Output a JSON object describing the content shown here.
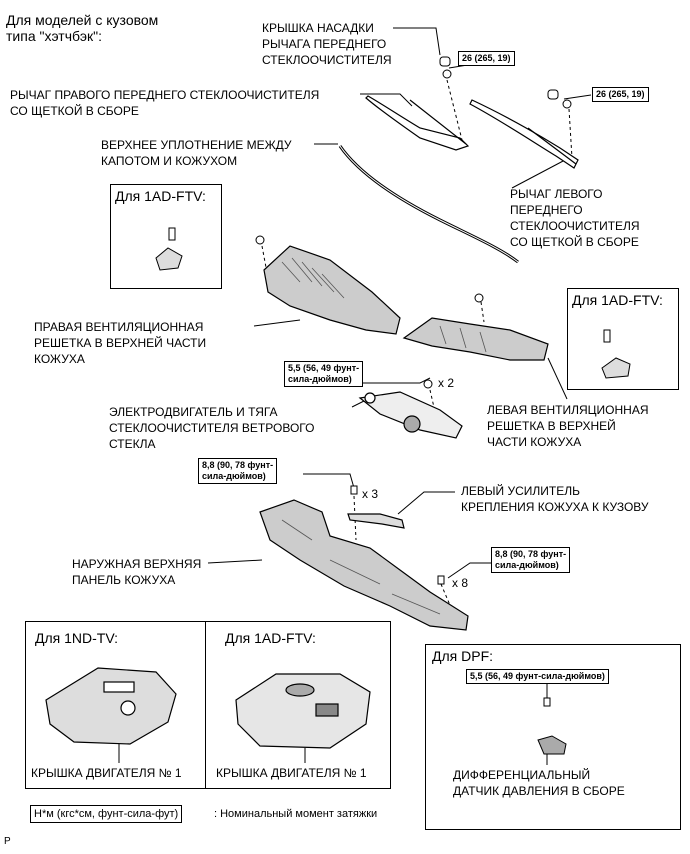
{
  "header": {
    "model_note": "Для моделей с кузовом\nтипа \"хэтчбэк\":"
  },
  "labels": {
    "wiper_cap": "КРЫШКА НАСАДКИ\nРЫЧАГА ПЕРЕДНЕГО\nСТЕКЛООЧИСТИТЕЛЯ",
    "right_wiper_arm": "РЫЧАГ ПРАВОГО ПЕРЕДНЕГО СТЕКЛООЧИСТИТЕЛЯ\nСО ЩЕТКОЙ В СБОРЕ",
    "top_seal": "ВЕРХНЕЕ УПЛОТНЕНИЕ МЕЖДУ\nКАПОТОМ И КОЖУХОМ",
    "left_wiper_arm": "РЫЧАГ ЛЕВОГО\nПЕРЕДНЕГО\nСТЕКЛООЧИСТИТЕЛЯ\nСО ЩЕТКОЙ В СБОРЕ",
    "right_vent_grille": "ПРАВАЯ ВЕНТИЛЯЦИОННАЯ\nРЕШЕТКА В ВЕРХНЕЙ ЧАСТИ\nКОЖУХА",
    "wiper_motor": "ЭЛЕКТРОДВИГАТЕЛЬ И ТЯГА\nСТЕКЛООЧИСТИТЕЛЯ ВЕТРОВОГО\nСТЕКЛА",
    "left_vent_grille": "ЛЕВАЯ ВЕНТИЛЯЦИОННАЯ\nРЕШЕТКА В ВЕРХНЕЙ\nЧАСТИ КОЖУХА",
    "left_reinforcement": "ЛЕВЫЙ УСИЛИТЕЛЬ\nКРЕПЛЕНИЯ КОЖУХА К КУЗОВУ",
    "outer_panel": "НАРУЖНАЯ ВЕРХНЯЯ\nПАНЕЛЬ КОЖУХА",
    "pressure_sensor": "ДИФФЕРЕНЦИАЛЬНЫЙ\nДАТЧИК ДАВЛЕНИЯ В СБОРЕ"
  },
  "torques": {
    "wiper_right": "26 (265, 19)",
    "wiper_left": "26 (265, 19)",
    "motor": "5,5 (56, 49 фунт-\nсила-дюймов)",
    "panel_left": "8,8 (90, 78 фунт-\nсила-дюймов)",
    "panel_right": "8,8 (90, 78 фунт-\nсила-дюймов)",
    "dpf": "5,5 (56, 49 фунт-сила-дюймов)"
  },
  "multipliers": {
    "motor": "x 2",
    "panel_left": "x 3",
    "panel_right": "x 8"
  },
  "insets": {
    "ad_ftv_left": "Для 1AD-FTV:",
    "ad_ftv_right": "Для 1AD-FTV:",
    "nd_tv_engine": "Для 1ND-TV:",
    "ad_ftv_engine": "Для 1AD-FTV:",
    "dpf": "Для DPF:"
  },
  "engine_cover_label_1": "КРЫШКА ДВИГАТЕЛЯ № 1",
  "engine_cover_label_2": "КРЫШКА ДВИГАТЕЛЯ № 1",
  "legend": {
    "unit_box": "Н*м (кгс*см, фунт-сила-фут)",
    "description": ": Номинальный момент затяжки"
  },
  "corner_mark": "P"
}
